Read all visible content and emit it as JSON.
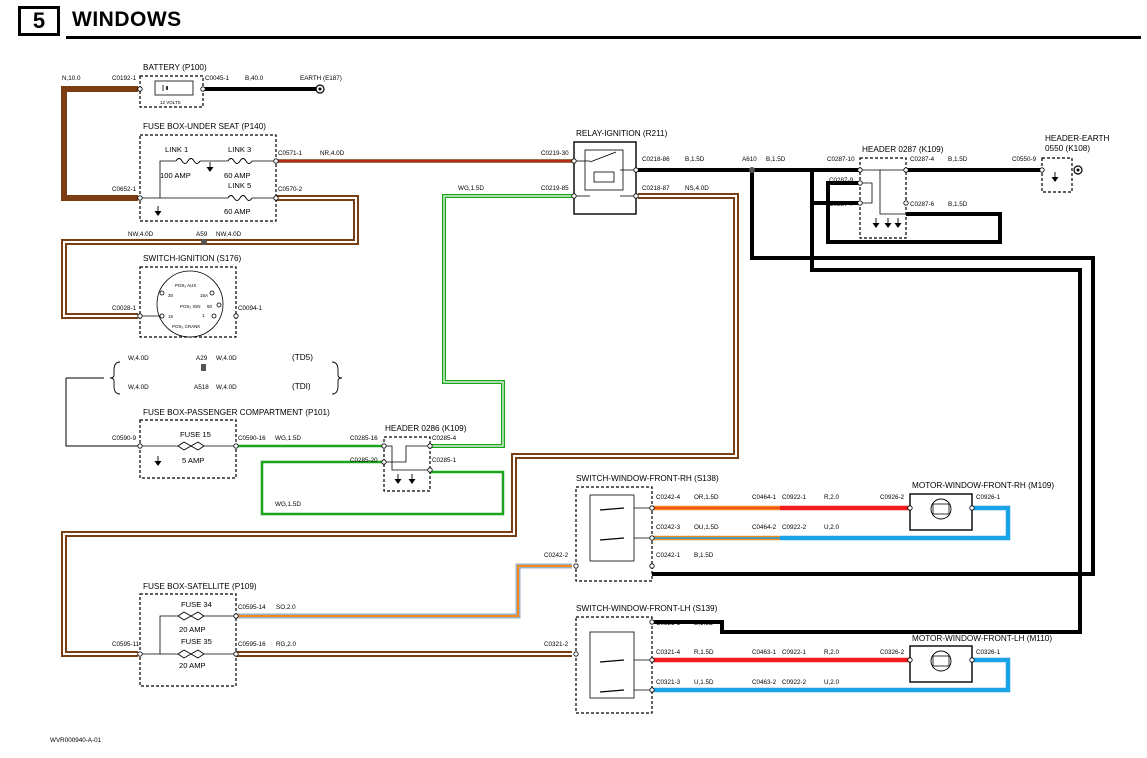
{
  "section": {
    "number": "5",
    "title": "WINDOWS"
  },
  "components": {
    "battery": {
      "title": "BATTERY (P100)",
      "inner": "12 VOLTS"
    },
    "fusebox_seat": {
      "title": "FUSE BOX-UNDER SEAT (P140)",
      "link1": "LINK 1",
      "link1_rating": "100 AMP",
      "link3": "LINK 3",
      "link3_rating": "60 AMP",
      "link5": "LINK 5",
      "link5_rating": "60 AMP"
    },
    "switch_ignition": {
      "title": "SWITCH-IGNITION (S176)",
      "pos_aux": "POS₁ AUX",
      "pos_ign": "POS₂ IGN",
      "pos_crank": "POS₃ CRANK",
      "t_30": "30",
      "t_15a": "15A",
      "t_1": "1",
      "t_15": "15",
      "t_50": "50"
    },
    "fusebox_pass": {
      "title": "FUSE BOX-PASSENGER COMPARTMENT (P101)",
      "fuse": "FUSE 15",
      "rating": "5 AMP"
    },
    "header_0286": {
      "title": "HEADER 0286 (K109)"
    },
    "fusebox_sat": {
      "title": "FUSE BOX-SATELLITE (P109)",
      "fuse34": "FUSE 34",
      "fuse34_rating": "20 AMP",
      "fuse35": "FUSE 35",
      "fuse35_rating": "20 AMP"
    },
    "relay_ignition": {
      "title": "RELAY-IGNITION (R211)"
    },
    "header_0287": {
      "title": "HEADER 0287 (K109)"
    },
    "header_earth": {
      "title": "HEADER-EARTH",
      "subtitle": "0550 (K108)"
    },
    "switch_rh": {
      "title": "SWITCH-WINDOW-FRONT-RH (S138)"
    },
    "switch_lh": {
      "title": "SWITCH-WINDOW-FRONT-LH (S139)"
    },
    "motor_rh": {
      "title": "MOTOR-WINDOW-FRONT-RH (M109)"
    },
    "motor_lh": {
      "title": "MOTOR-WINDOW-FRONT-LH (M110)"
    }
  },
  "variants": {
    "td5": "(TD5)",
    "tdi": "(TDI)"
  },
  "splices": {
    "a59": "A59",
    "a29": "A29",
    "a518": "A518",
    "a610": "A610"
  },
  "connectors": {
    "c0192_1": "C0192-1",
    "c0045_1": "C0045-1",
    "c0571_1": "C0571-1",
    "c0652_1": "C0652-1",
    "c0570_2": "C0570-2",
    "c0028_1": "C0028-1",
    "c0094_1": "C0094-1",
    "c0590_9": "C0590-9",
    "c0590_16": "C0590-16",
    "c0285_16": "C0285-16",
    "c0285_4": "C0285-4",
    "c0285_20": "C0285-20",
    "c0285_1": "C0285-1",
    "c0219_30": "C0219-30",
    "c0219_85": "C0219-85",
    "c0218_86": "C0218-86",
    "c0218_87": "C0218-87",
    "c0287_10": "C0287-10",
    "c0287_9": "C0287-9",
    "c0287_7": "C0287-7",
    "c0287_4": "C0287-4",
    "c0287_6": "C0287-6",
    "c0550_9": "C0550-9",
    "c0242_4": "C0242-4",
    "c0242_3": "C0242-3",
    "c0242_1": "C0242-1",
    "c0242_2": "C0242-2",
    "c0464_1": "C0464-1",
    "c0922_1": "C0922-1",
    "c0464_2": "C0464-2",
    "c0922_2": "C0922-2",
    "c0926_2": "C0926-2",
    "c0926_1": "C0926-1",
    "c0595_14": "C0595-14",
    "c0595_11": "C0595-11",
    "c0595_16": "C0595-16",
    "c0321_1": "C0321-1",
    "c0321_2": "C0321-2",
    "c0321_4": "C0321-4",
    "c0321_3": "C0321-3",
    "c0463_1": "C0463-1",
    "c0463_2": "C0463-2",
    "c0326_2": "C0326-2",
    "c0326_1": "C0326-1"
  },
  "wires": {
    "n10": "N,10.0",
    "b40": "B,40.0",
    "earth_e187": "EARTH (E187)",
    "nr40": "NR,4.0D",
    "nw40a": "NW,4.0D",
    "nw40b": "NW,4.0D",
    "w40": "W,4.0D",
    "wg15": "WG,1.5D",
    "wg15b": "WG,1.5D",
    "wg15c": "WG,1.5D",
    "b15": "B,1.5D",
    "ns40": "NS,4.0D",
    "or15": "OR,1.5D",
    "ou15": "OU,1.5D",
    "r20": "R,2.0",
    "u20": "U,2.0",
    "r15": "R,1.5D",
    "u15": "U,1.5D",
    "so20": "SO,2.0",
    "rg20": "RG,2.0"
  },
  "footer": {
    "ref": "WVR000940-A-01"
  },
  "colors": {
    "brown": "#7a3e12",
    "green": "#1aa51a",
    "orange": "#f28a1e",
    "red": "#ee1c1c",
    "blue": "#1aa3e8",
    "black": "#000000",
    "grey": "#9bb0c4"
  }
}
